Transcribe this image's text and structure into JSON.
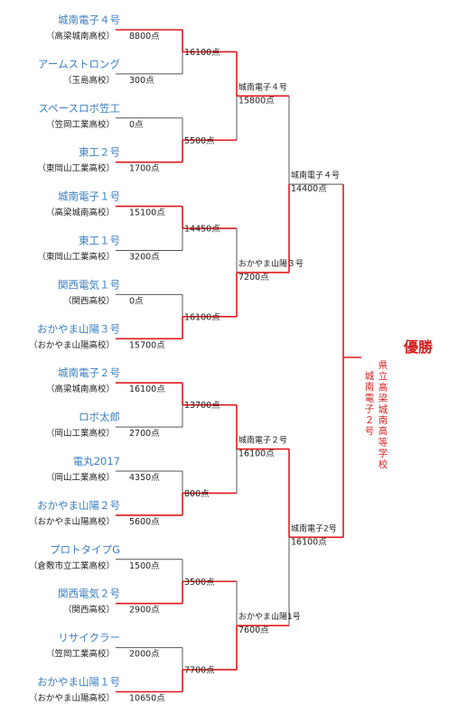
{
  "colors": {
    "winner": "#e0191c",
    "loser": "#555555",
    "robot": "#3b7fc4",
    "champion": "#d62020"
  },
  "entries": [
    {
      "robot": "城南電子４号",
      "school": "（高梁城南高校）",
      "score": "8800点",
      "win": true
    },
    {
      "robot": "アームストロング",
      "school": "（玉島高校）",
      "score": "300点",
      "win": false
    },
    {
      "robot": "スペースロボ笠工",
      "school": "（笠岡工業高校）",
      "score": "0点",
      "win": false
    },
    {
      "robot": "東工２号",
      "school": "（東岡山工業高校）",
      "score": "1700点",
      "win": true
    },
    {
      "robot": "城南電子１号",
      "school": "（高梁城南高校）",
      "score": "15100点",
      "win": true
    },
    {
      "robot": "東工１号",
      "school": "（東岡山工業高校）",
      "score": "3200点",
      "win": false
    },
    {
      "robot": "関西電気１号",
      "school": "（関西高校）",
      "score": "0点",
      "win": false
    },
    {
      "robot": "おかやま山陽３号",
      "school": "（おかやま山陽高校）",
      "score": "15700点",
      "win": true
    },
    {
      "robot": "城南電子２号",
      "school": "（高梁城南高校）",
      "score": "16100点",
      "win": true
    },
    {
      "robot": "ロボ太郎",
      "school": "（岡山工業高校）",
      "score": "2700点",
      "win": false
    },
    {
      "robot": "電丸2017",
      "school": "（岡山工業高校）",
      "score": "4350点",
      "win": false
    },
    {
      "robot": "おかやま山陽２号",
      "school": "（おかやま山陽高校）",
      "score": "5600点",
      "win": true
    },
    {
      "robot": "プロトタイプG",
      "school": "（倉敷市立工業高校）",
      "score": "1500点",
      "win": false
    },
    {
      "robot": "関西電気２号",
      "school": "（関西高校）",
      "score": "2900点",
      "win": true
    },
    {
      "robot": "リサイクラー",
      "school": "（笠岡工業高校）",
      "score": "2000点",
      "win": false
    },
    {
      "robot": "おかやま山陽１号",
      "school": "（おかやま山陽高校）",
      "score": "10650点",
      "win": true
    }
  ],
  "round1": [
    {
      "score": "16100点",
      "topWins": true
    },
    {
      "score": "5500点",
      "topWins": false
    },
    {
      "score": "14450点",
      "topWins": true
    },
    {
      "score": "16100点",
      "topWins": false
    },
    {
      "score": "13700点",
      "topWins": true
    },
    {
      "score": "800点",
      "topWins": false
    },
    {
      "score": "3500点",
      "topWins": false
    },
    {
      "score": "7700点",
      "topWins": false
    }
  ],
  "round2": [
    {
      "name": "城南電子４号",
      "score": "15800点",
      "topWins": true
    },
    {
      "name": "おかやま山陽３号",
      "score": "7200点",
      "topWins": false
    },
    {
      "name": "城南電子２号",
      "score": "16100点",
      "topWins": true
    },
    {
      "name": "おかやま山陽1号",
      "score": "7600点",
      "topWins": false
    }
  ],
  "round3": [
    {
      "name": "城南電子４号",
      "score": "14400点",
      "topWins": false
    },
    {
      "name": "城南電子2号",
      "score": "16100点",
      "topWins": true
    }
  ],
  "champion": {
    "title": "優勝",
    "school": "県立高梁城南高等学校",
    "robot": "城南電子２号"
  }
}
